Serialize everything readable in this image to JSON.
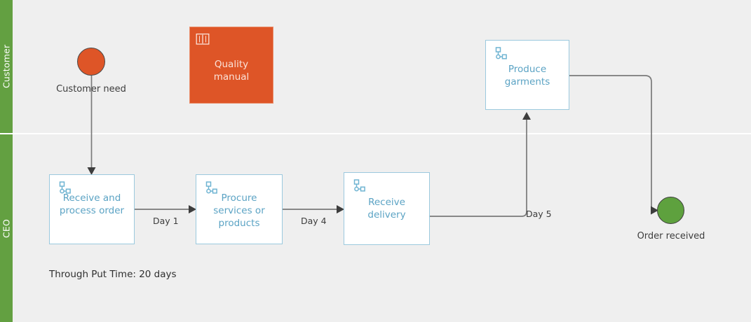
{
  "diagram": {
    "type": "bpmn-swimlane-process",
    "background_color": "#efefef",
    "lane_band_color": "#63a041",
    "task_border_color": "#9bc9de",
    "task_text_color": "#5ba3c4",
    "start_event_color": "#de5527",
    "end_event_color": "#5ea13e",
    "connector_color": "#7a7a7a"
  },
  "lanes": [
    {
      "id": "customer",
      "label": "Customer"
    },
    {
      "id": "ceo",
      "label": "CEO"
    }
  ],
  "events": {
    "start": {
      "label": "Customer need",
      "icon": "start-event-circle",
      "color": "#de5527"
    },
    "end": {
      "label": "Order received",
      "icon": "end-event-circle",
      "color": "#5ea13e"
    }
  },
  "artifacts": [
    {
      "id": "quality-manual",
      "label": "Quality manual",
      "label_line_1": "Quality",
      "label_line_2": "manual",
      "icon": "book-icon",
      "color": "#de5527"
    }
  ],
  "tasks": [
    {
      "id": "receive-order",
      "lane": "ceo",
      "label": "Receive and process order",
      "icon": "hierarchy-icon"
    },
    {
      "id": "procure",
      "lane": "ceo",
      "label": "Procure services or products",
      "icon": "hierarchy-icon"
    },
    {
      "id": "receive-delivery",
      "lane": "ceo",
      "label": "Receive delivery",
      "icon": "hierarchy-icon"
    },
    {
      "id": "produce-garments",
      "lane": "customer",
      "label": "Produce garments",
      "icon": "hierarchy-icon"
    }
  ],
  "edges": [
    {
      "id": "start-to-receive-order",
      "from": "start",
      "to": "receive-order",
      "label": ""
    },
    {
      "id": "receive-order-to-procure",
      "from": "receive-order",
      "to": "procure",
      "label": "Day 1"
    },
    {
      "id": "procure-to-receive-delivery",
      "from": "procure",
      "to": "receive-delivery",
      "label": "Day 4"
    },
    {
      "id": "receive-delivery-to-produce",
      "from": "receive-delivery",
      "to": "produce-garments",
      "label": "Day 5"
    },
    {
      "id": "produce-to-end",
      "from": "produce-garments",
      "to": "end",
      "label": ""
    }
  ],
  "notes": {
    "throughput": "Through Put Time: 20 days"
  }
}
